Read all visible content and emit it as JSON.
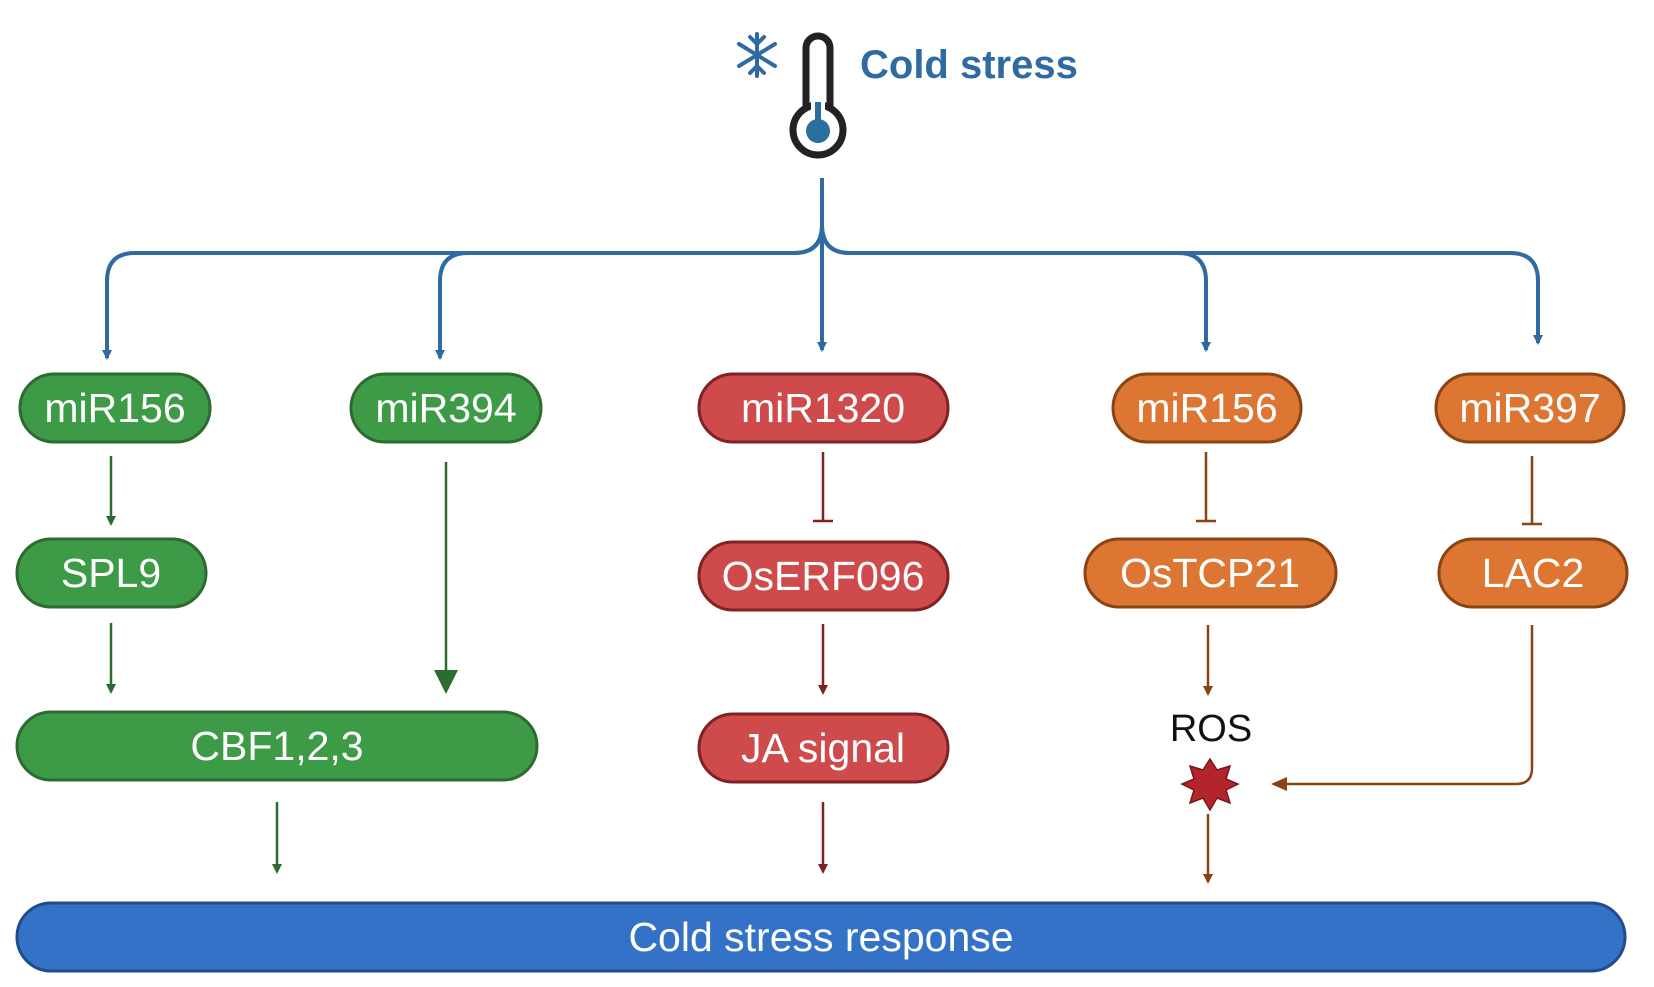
{
  "header": {
    "title": "Cold stress",
    "icons": [
      "snowflake-icon",
      "thermometer-icon"
    ]
  },
  "colors": {
    "blue": "#2f6aa3",
    "green_fill": "#3d9a46",
    "green_stroke": "#2d6b31",
    "red_fill": "#cf4a4b",
    "red_stroke": "#7e2224",
    "orange_fill": "#dd7633",
    "orange_stroke": "#8a4313",
    "response_fill": "#3472c8",
    "response_stroke": "#1f4d8c",
    "ros": "#b2262b"
  },
  "nodes": {
    "mir156_green": "miR156",
    "mir394": "miR394",
    "mir1320": "miR1320",
    "mir156_orange": "miR156",
    "mir397": "miR397",
    "spl9": "SPL9",
    "oserf096": "OsERF096",
    "ostcp21": "OsTCP21",
    "lac2": "LAC2",
    "cbf": "CBF1,2,3",
    "ja_signal": "JA signal",
    "ros": "ROS"
  },
  "response": {
    "label": "Cold stress response"
  }
}
